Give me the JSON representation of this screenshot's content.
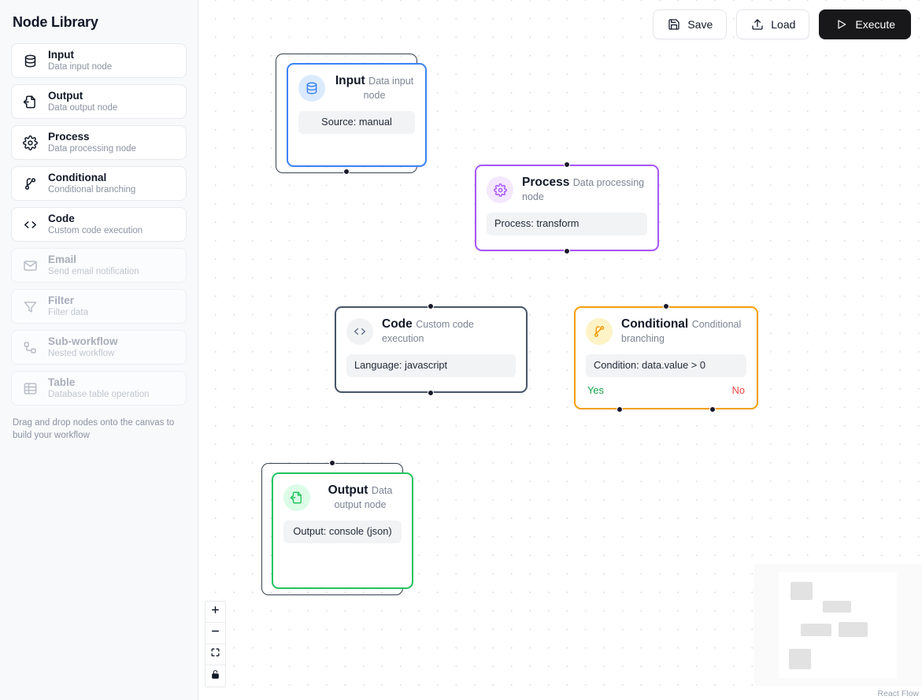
{
  "sidebar": {
    "title": "Node Library",
    "hint": "Drag and drop nodes onto the canvas to build your workflow",
    "items": [
      {
        "label": "Input",
        "desc": "Data input node",
        "icon": "database-icon",
        "disabled": false
      },
      {
        "label": "Output",
        "desc": "Data output node",
        "icon": "file-export-icon",
        "disabled": false
      },
      {
        "label": "Process",
        "desc": "Data processing node",
        "icon": "gear-icon",
        "disabled": false
      },
      {
        "label": "Conditional",
        "desc": "Conditional branching",
        "icon": "git-branch-icon",
        "disabled": false
      },
      {
        "label": "Code",
        "desc": "Custom code execution",
        "icon": "code-brackets-icon",
        "disabled": false
      },
      {
        "label": "Email",
        "desc": "Send email notification",
        "icon": "envelope-icon",
        "disabled": true
      },
      {
        "label": "Filter",
        "desc": "Filter data",
        "icon": "funnel-icon",
        "disabled": true
      },
      {
        "label": "Sub-workflow",
        "desc": "Nested workflow",
        "icon": "workflow-icon",
        "disabled": true
      },
      {
        "label": "Table",
        "desc": "Database table operation",
        "icon": "table-icon",
        "disabled": true
      }
    ]
  },
  "toolbar": {
    "save_label": "Save",
    "load_label": "Load",
    "execute_label": "Execute",
    "save_icon": "floppy-disk-icon",
    "load_icon": "upload-icon",
    "execute_icon": "play-icon"
  },
  "nodes": [
    {
      "id": "input",
      "title": "Input",
      "subtitle": "Data input node",
      "chip": "Source: manual",
      "accent": "#3b82f6",
      "badge_bg": "#dbeafe",
      "icon": "database-icon",
      "selected": true
    },
    {
      "id": "process",
      "title": "Process",
      "subtitle": "Data processing node",
      "chip": "Process: transform",
      "accent": "#a855f7",
      "badge_bg": "#f3e8ff",
      "icon": "gear-icon",
      "selected": false
    },
    {
      "id": "code",
      "title": "Code",
      "subtitle": "Custom code execution",
      "chip": "Language: javascript",
      "accent": "#475569",
      "badge_bg": "#f1f2f4",
      "icon": "code-brackets-icon",
      "selected": false
    },
    {
      "id": "conditional",
      "title": "Conditional",
      "subtitle": "Conditional branching",
      "chip": "Condition: data.value > 0",
      "accent": "#f59e0b",
      "badge_bg": "#fef3c7",
      "icon": "git-branch-icon",
      "branch_yes": "Yes",
      "branch_no": "No",
      "selected": false
    },
    {
      "id": "output",
      "title": "Output",
      "subtitle": "Data output node",
      "chip": "Output: console (json)",
      "accent": "#22c55e",
      "badge_bg": "#dcfce7",
      "icon": "file-export-icon",
      "selected": true
    }
  ],
  "controls": {
    "zoom_in": "plus-icon",
    "zoom_out": "minus-icon",
    "fit_view": "fit-view-icon",
    "lock": "lock-icon"
  },
  "attribution": "React Flow"
}
